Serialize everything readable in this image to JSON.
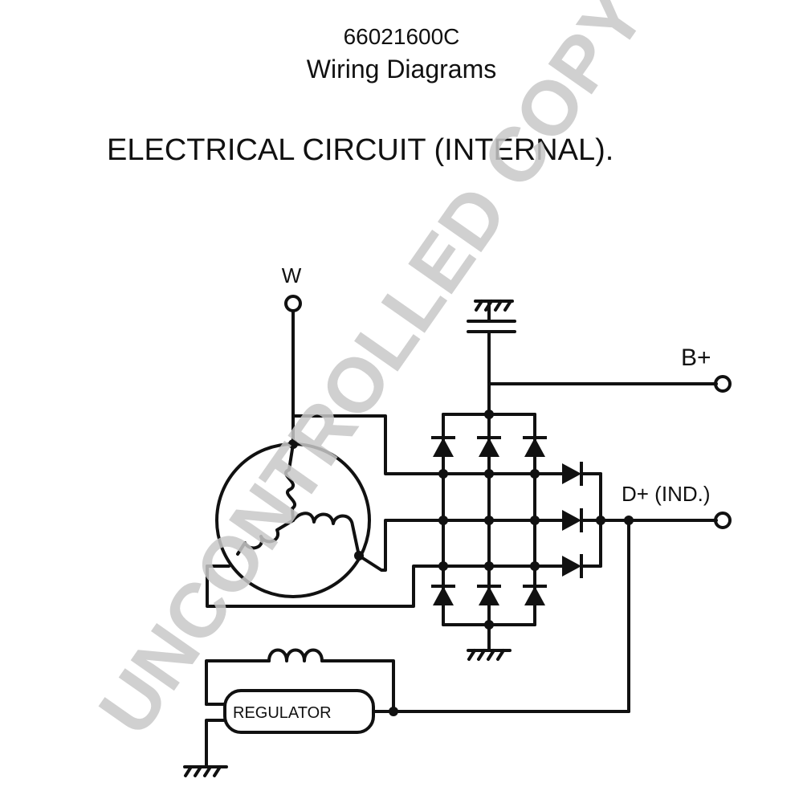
{
  "header": {
    "doc_number": "66021600C",
    "subtitle": "Wiring Diagrams"
  },
  "diagram": {
    "section_title": "ELECTRICAL CIRCUIT (INTERNAL).",
    "terminals": {
      "w": "W",
      "b_plus": "B+",
      "d_plus": "D+ (IND.)"
    },
    "regulator_label": "REGULATOR",
    "watermark": "UNCONTROLLED COPY"
  }
}
